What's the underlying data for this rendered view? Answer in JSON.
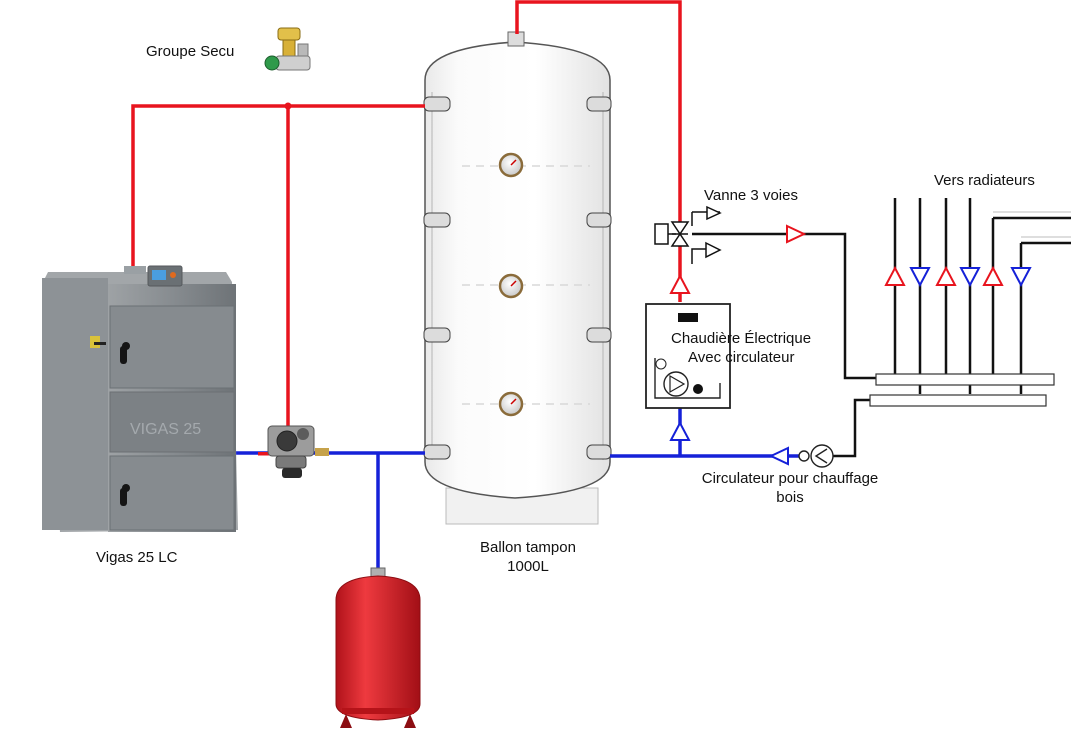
{
  "labels": {
    "groupe_secu": "Groupe Secu",
    "vanne_3_voies": "Vanne 3 voies",
    "vers_radiateurs": "Vers radiateurs",
    "chaudiere_line1": "Chaudière Électrique",
    "chaudiere_line2": "Avec circulateur",
    "circulateur_line1": "Circulateur pour chauffage",
    "circulateur_line2": "bois",
    "ballon_line1": "Ballon tampon",
    "ballon_line2": "1000L",
    "boiler_name": "Vigas 25 LC",
    "boiler_plate": "VIGAS 25"
  },
  "colors": {
    "hot_pipe": "#e8141e",
    "cold_pipe": "#1521d8",
    "drawing_line": "#111111",
    "boiler_body": "#7e8387",
    "tank_outline": "#555555",
    "expansion_vessel": "#d81e24"
  },
  "icons": [
    "safety-group-icon",
    "pressure-gauge-icon",
    "three-way-valve-icon",
    "pump-icon",
    "expansion-vessel-icon",
    "flow-arrow-icon"
  ]
}
